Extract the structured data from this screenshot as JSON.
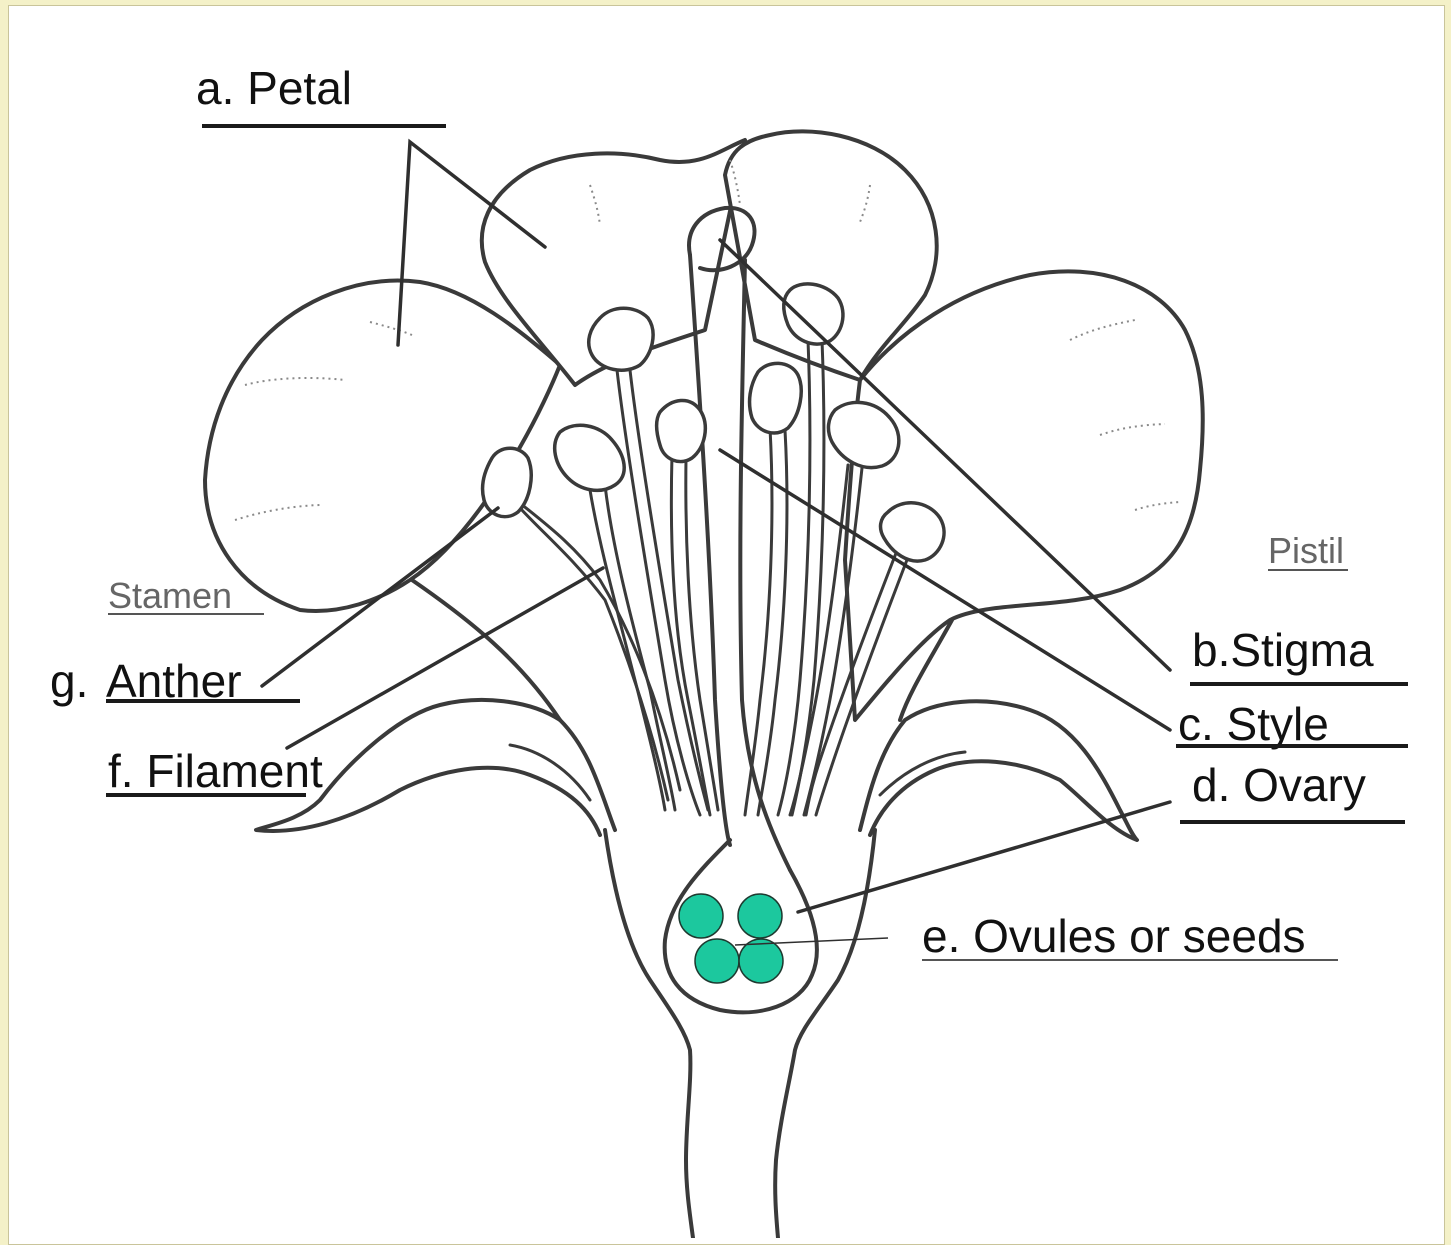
{
  "labels": {
    "petal": "a. Petal",
    "stigma": "b.Stigma",
    "style": "c. Style",
    "ovary": "d. Ovary",
    "ovules": "e. Ovules or seeds",
    "filament": "f. Filament",
    "anther_prefix": "g.",
    "anther": "Anther",
    "stamen": "Stamen",
    "pistil": "Pistil"
  },
  "colors": {
    "ovule_fill": "#1cc89e",
    "outline": "#3a3a3a",
    "slide_background": "#f4f1c8"
  }
}
